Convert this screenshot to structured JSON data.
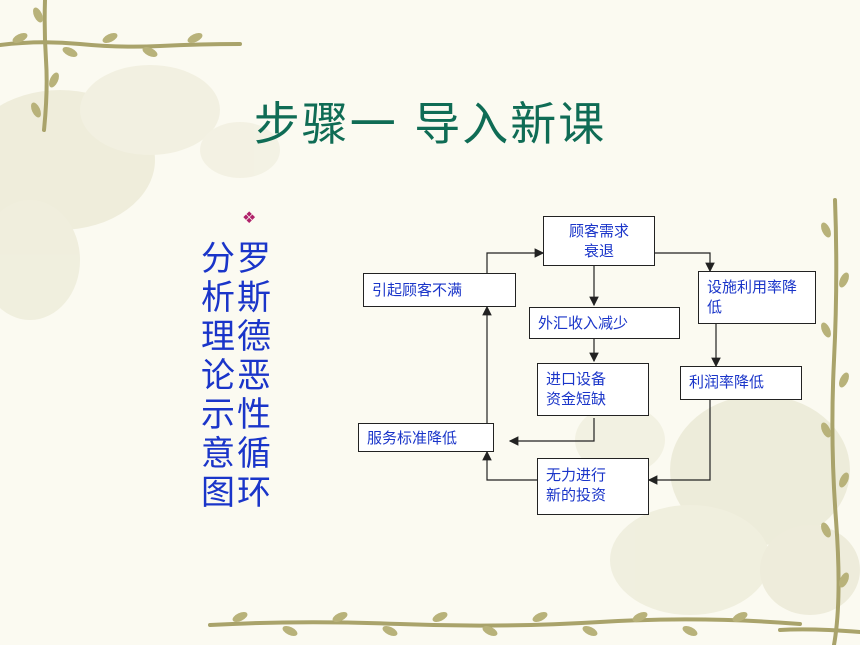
{
  "slide": {
    "title": "步骤一  导入新课",
    "bullet": "❖",
    "vertical_col1": "分析理论示意图",
    "vertical_col2": "罗斯德恶性循环"
  },
  "diagram": {
    "nodes": {
      "customer_demand": "顾客需求衰退",
      "customer_dissatisfaction": "引起顾客不满",
      "facility_utilization": "设施利用率降低",
      "forex_income": "外汇收入减少",
      "import_equipment": "进口设备资金短缺",
      "profit_rate": "利润率降低",
      "service_standard": "服务标准降低",
      "no_new_investment": "无力进行新的投资"
    }
  },
  "colors": {
    "title": "#0f6c55",
    "body_text": "#1a35c9",
    "bullet": "#b0226a",
    "vine": "#a9a36b",
    "leaf": "#c2bd86"
  }
}
